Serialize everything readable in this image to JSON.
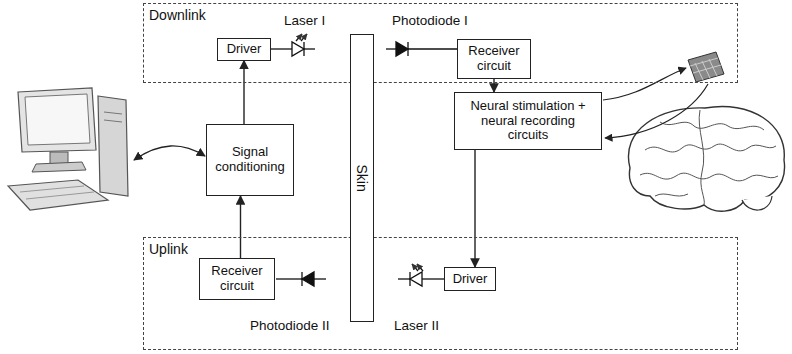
{
  "diagram": {
    "nodes": [
      {
        "text": [
          "Downlink"
        ]
      },
      {
        "text": [
          "Driver"
        ],
        "in": 0
      },
      {
        "text": [
          "Receiver circuit"
        ],
        "in": 0
      },
      {
        "text": [
          "Skin"
        ]
      },
      {
        "text": [
          "Signal conditioning"
        ]
      },
      {
        "text": [
          "Neural stimulation + neural recording circuits"
        ]
      },
      {
        "text": [
          "Uplink"
        ]
      },
      {
        "text": [
          "Receiver circuit"
        ],
        "in": 6
      },
      {
        "text": [
          "Driver"
        ],
        "in": 6
      }
    ],
    "edges": [
      {
        "from": 4,
        "to": 1,
        "arrow": "to"
      },
      {
        "from": 2,
        "to": 5,
        "arrow": "to"
      },
      {
        "from": 5,
        "to": 8,
        "arrow": "to"
      },
      {
        "from": 7,
        "to": 4,
        "arrow": "to"
      }
    ],
    "labels": [
      "Laser I",
      "Photodiode I",
      "Photodiode II",
      "Laser II"
    ]
  }
}
